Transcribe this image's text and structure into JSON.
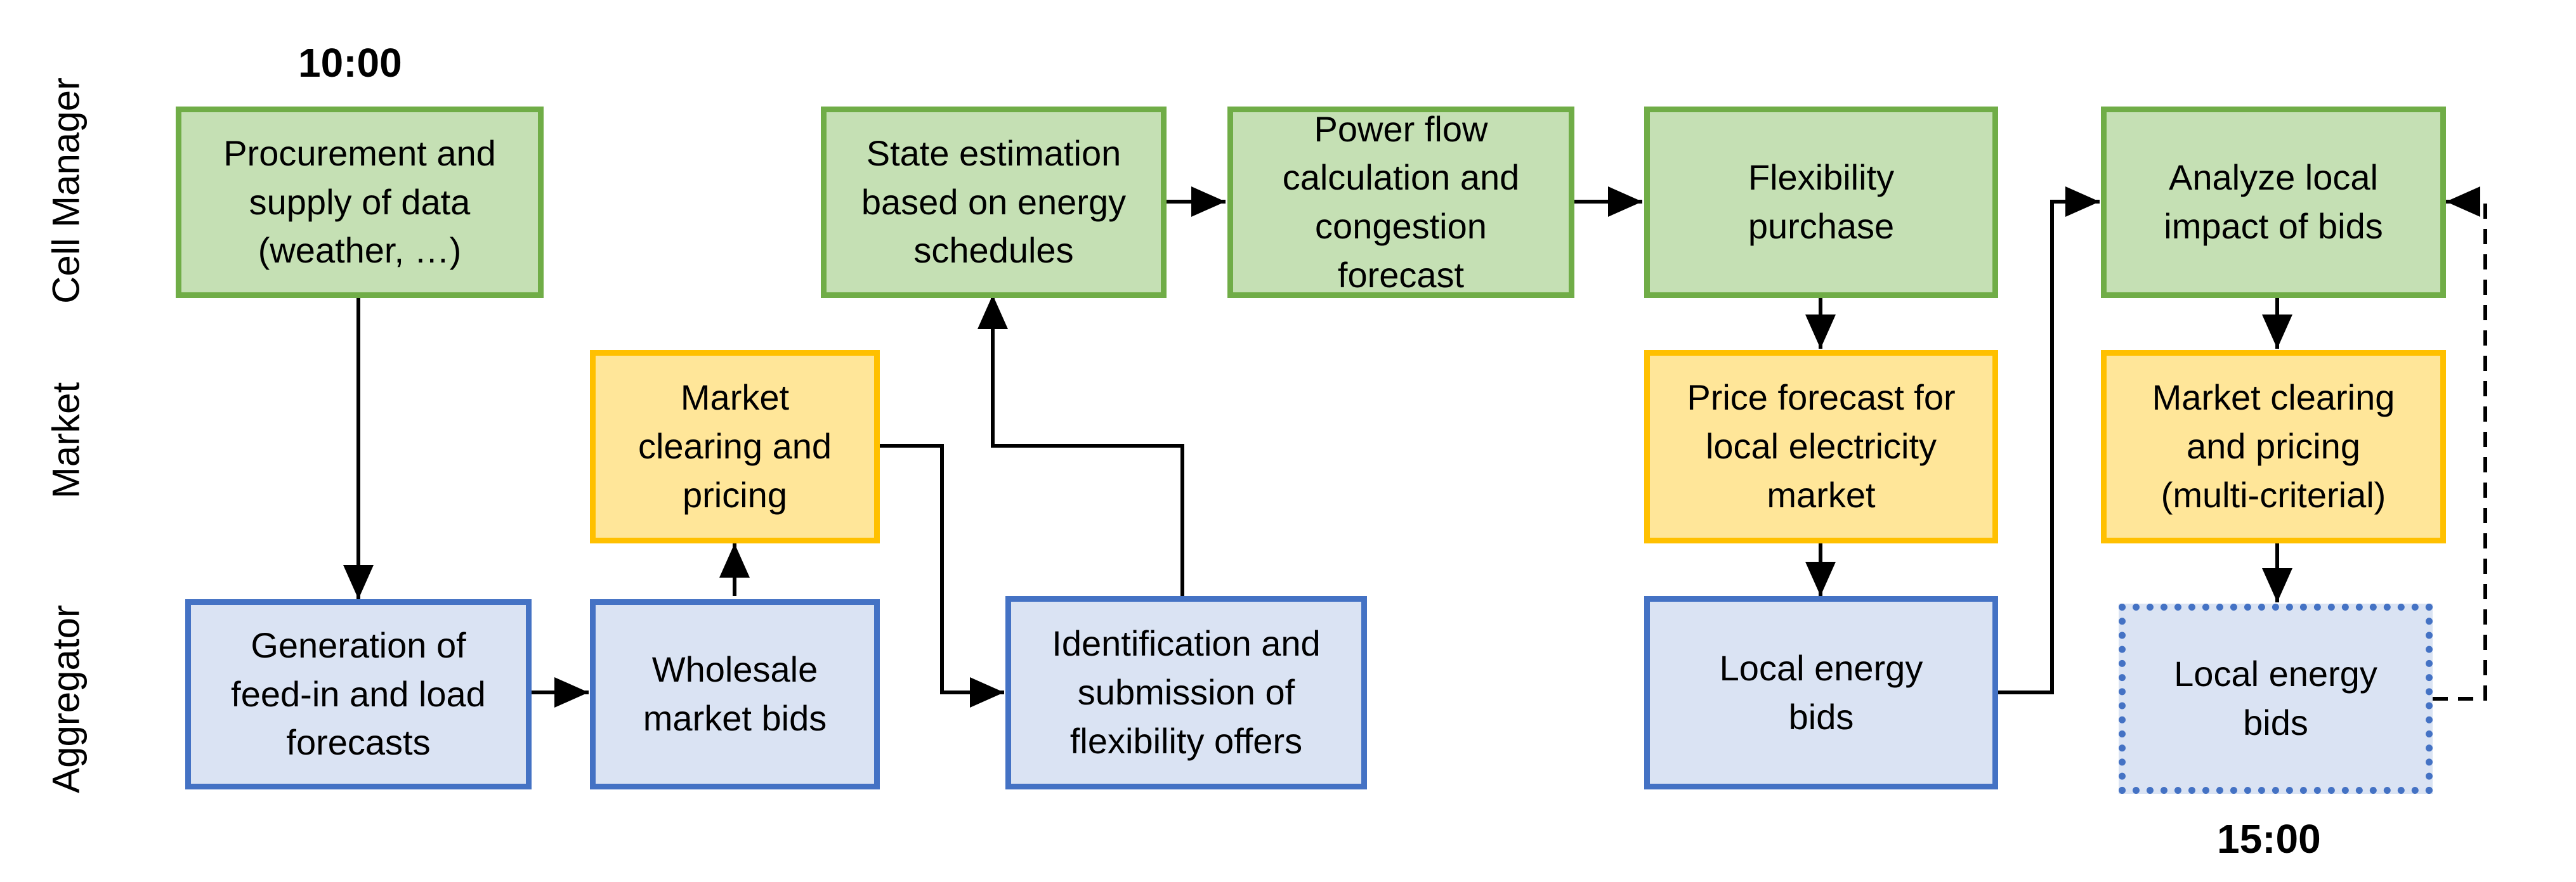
{
  "lanes": {
    "cell_manager": "Cell Manager",
    "market": "Market",
    "aggregator": "Aggregator"
  },
  "times": {
    "start": "10:00",
    "end": "15:00"
  },
  "boxes": {
    "procurement": "Procurement and\nsupply of data\n(weather, …)",
    "generation": "Generation of\nfeed-in and load\nforecasts",
    "market_clearing_1": "Market\nclearing and\npricing",
    "wholesale_bids": "Wholesale\nmarket bids",
    "state_estimation": "State estimation\nbased on energy\nschedules",
    "identification": "Identification and\nsubmission of\nflexibility offers",
    "power_flow": "Power flow\ncalculation and\ncongestion\nforecast",
    "flexibility_purchase": "Flexibility\npurchase",
    "price_forecast": "Price forecast for\nlocal electricity\nmarket",
    "local_bids_1": "Local energy\nbids",
    "analyze_impact": "Analyze local\nimpact of bids",
    "market_clearing_2": "Market clearing\nand pricing\n(multi-criterial)",
    "local_bids_2": "Local energy\nbids"
  },
  "colors": {
    "cell_manager_fill": "#c5e0b4",
    "cell_manager_border": "#70ad47",
    "market_fill": "#ffe699",
    "market_border": "#ffc000",
    "aggregator_fill": "#dae3f3",
    "aggregator_border": "#4472c4",
    "arrow": "#000000"
  }
}
